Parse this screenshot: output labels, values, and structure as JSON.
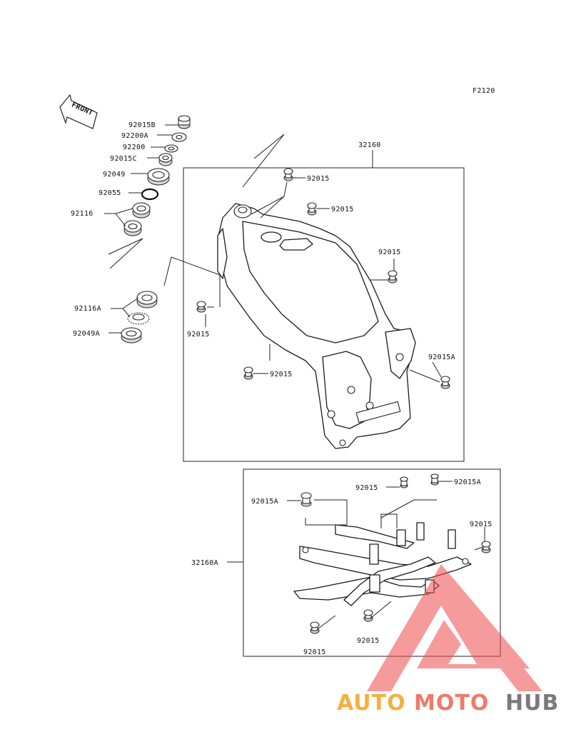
{
  "diagram_code": "F2120",
  "front_label": "FRONT",
  "watermark": {
    "part1": "AUTO",
    "part2": "MOTO",
    "part3": "HUB",
    "color1": "#f5b040",
    "color2": "#ef7a6a",
    "color3": "#7a7a7a",
    "logo_color": "#ee4a4a"
  },
  "labels": {
    "p_92015B": "92015B",
    "p_92200A": "92200A",
    "p_92200": "92200",
    "p_92015C": "92015C",
    "p_92049": "92049",
    "p_92055": "92055",
    "p_92116": "92116",
    "p_92116A": "92116A",
    "p_92049A": "92049A",
    "main_frame": "32160",
    "sub_frame": "32160A",
    "bolt_a": "92015",
    "bolt_b": "92015",
    "bolt_c": "92015",
    "bolt_d": "92015",
    "bolt_e": "92015",
    "bolt_f": "92015A",
    "sub_bolt_a": "92015A",
    "sub_bolt_b": "92015",
    "sub_bolt_c": "92015A",
    "sub_bolt_d": "92015",
    "sub_bolt_e": "92015",
    "sub_bolt_f": "92015"
  }
}
